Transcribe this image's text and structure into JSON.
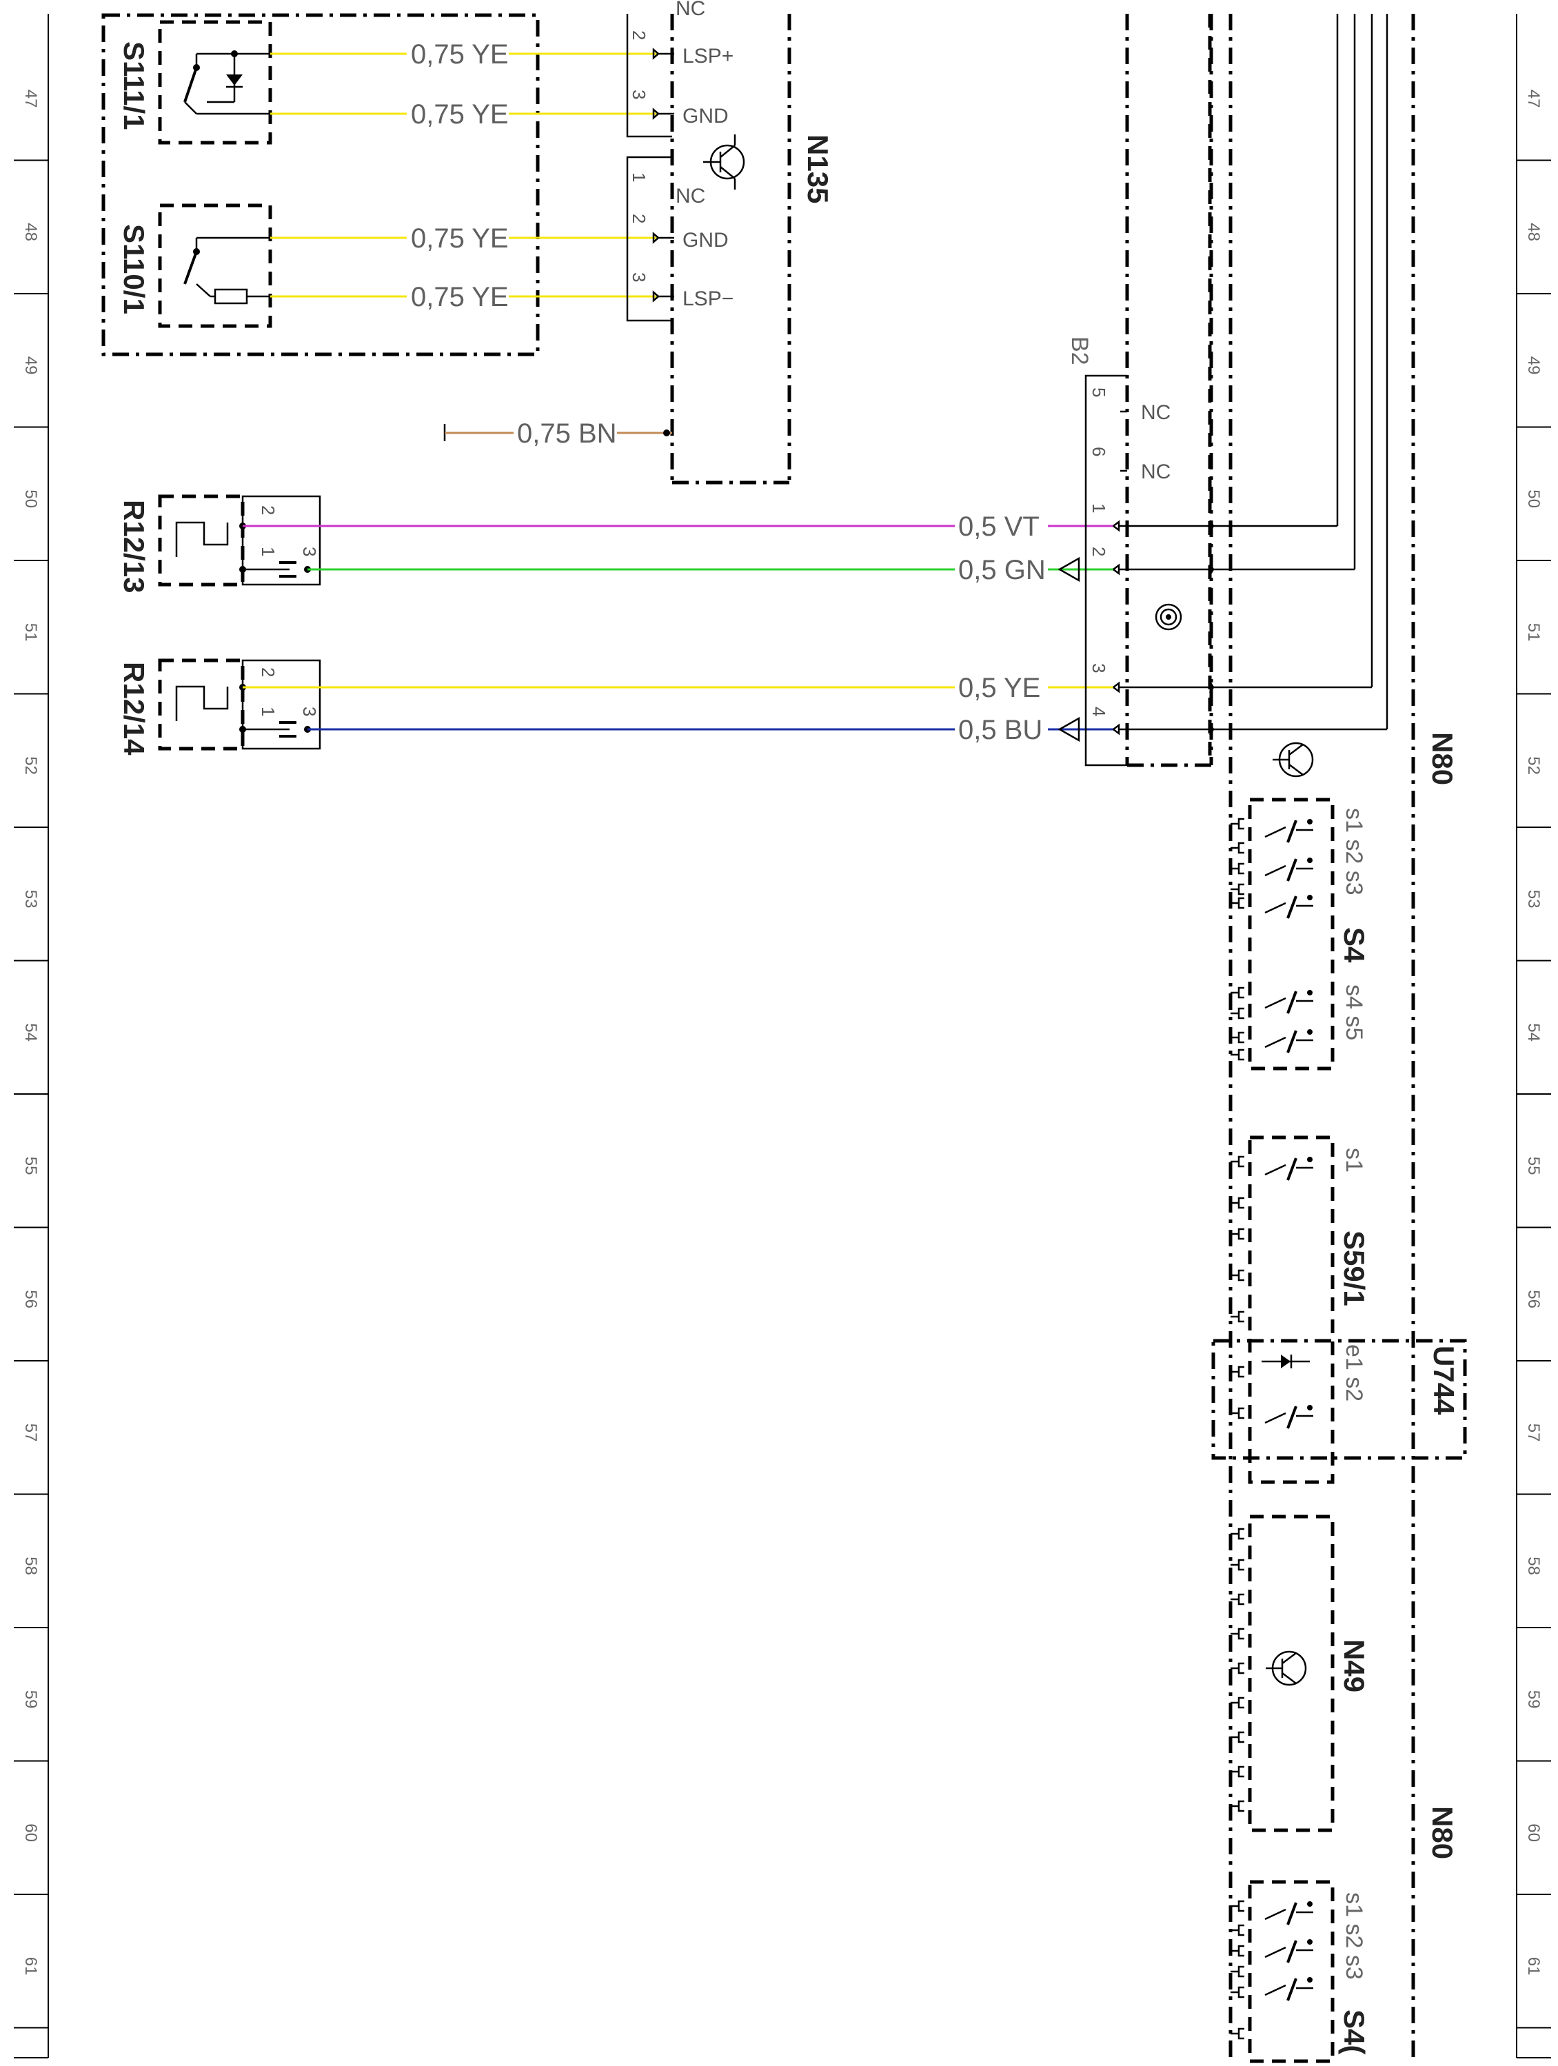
{
  "rows": [
    "47",
    "48",
    "49",
    "50",
    "51",
    "52",
    "53",
    "54",
    "55",
    "56",
    "57",
    "58",
    "59",
    "60",
    "61"
  ],
  "colors": {
    "yellow": "#f5e60a",
    "violet": "#cc33cc",
    "green": "#2ed12e",
    "blue": "#1a2ea6",
    "brown": "#c48a55"
  },
  "components": {
    "s111": "S111/1",
    "s110": "S110/1",
    "n135": "N135",
    "r12_13": "R12/13",
    "r12_14": "R12/14",
    "b2": "B2",
    "n80_upper": "N80",
    "n80_lower": "N80",
    "s4": "S4",
    "s59": "S59/1",
    "u744": "U744",
    "n49": "N49",
    "s4_cut": "S4("
  },
  "wires": {
    "s111_top": "0,75  YE",
    "s111_bot": "0,75  YE",
    "s110_top": "0,75  YE",
    "s110_bot": "0,75  YE",
    "brown": "0,75  BN",
    "vt": "0,5  VT",
    "gn": "0,5  GN",
    "ye": "0,5  YE",
    "bu": "0,5  BU"
  },
  "pins": {
    "n135_top_cut": "NC",
    "lsp_plus": "LSP+",
    "gnd1": "GND",
    "nc1": "NC",
    "gnd2": "GND",
    "lsp_minus": "LSP−",
    "n135_p2a": "2",
    "n135_p3a": "3",
    "n135_p1b": "1",
    "n135_p2b": "2",
    "n135_p3b": "3",
    "b2_p5": "5",
    "b2_p6": "6",
    "b2_nc5": "NC",
    "b2_nc6": "NC",
    "b2_p1": "1",
    "b2_p2": "2",
    "b2_p3": "3",
    "b2_p4": "4",
    "r13_p2": "2",
    "r13_p1": "1",
    "r13_p3": "3",
    "r14_p2": "2",
    "r14_p1": "1",
    "r14_p3": "3"
  },
  "switch_labels": {
    "s4_top": "s1 s2 s3",
    "s4_mid": "s4 s5",
    "s59_s1": "s1",
    "u744_e1s2": "e1  s2",
    "s4_bottom": "s1 s2 s3"
  }
}
